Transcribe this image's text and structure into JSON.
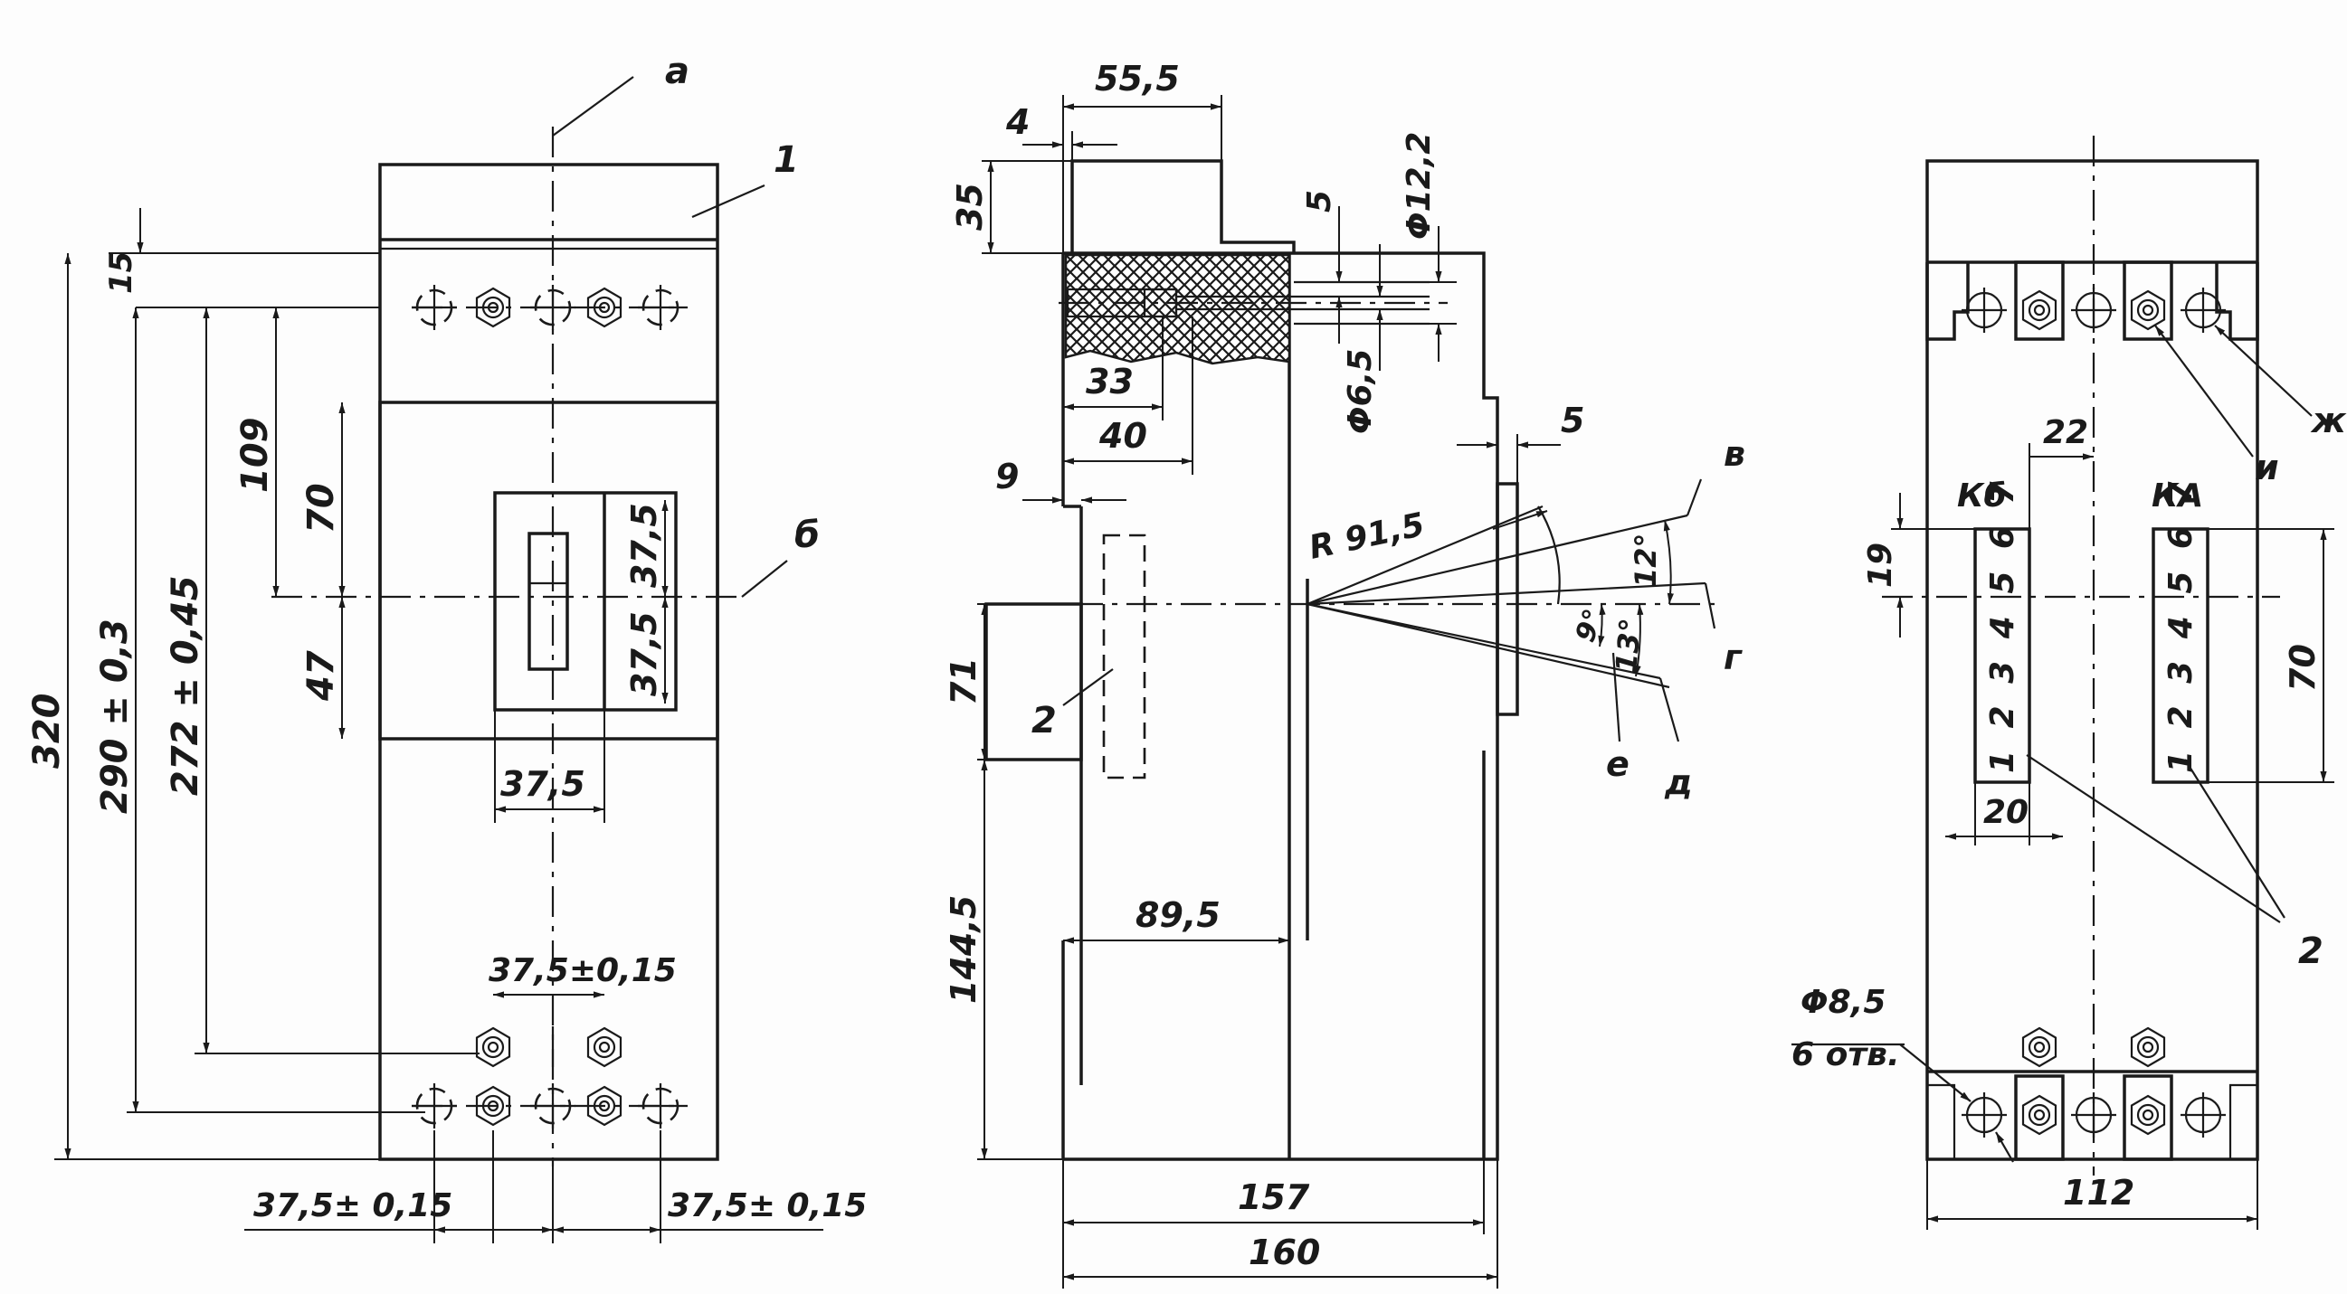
{
  "drawing": {
    "front_view": {
      "pointer_a": "а",
      "pointer_b": "б",
      "item_1": "1",
      "dim_15": "15",
      "dim_109": "109",
      "dim_70": "70",
      "dim_47": "47",
      "dim_37_5_top": "37,5",
      "dim_37_5_bot": "37,5",
      "dim_37_5_width": "37,5",
      "dim_320": "320",
      "dim_290": "290 ± 0,3",
      "dim_272": "272 ± 0,45",
      "dim_37_5_tol_top": "37,5±0,15",
      "dim_37_5_tol_left": "37,5± 0,15",
      "dim_37_5_tol_right": "37,5± 0,15"
    },
    "side_view": {
      "dim_55_5": "55,5",
      "dim_4": "4",
      "dim_35": "35",
      "dim_5_top": "5",
      "dim_d12_2": "Φ12,2",
      "dim_d6_5": "Φ6,5",
      "dim_33": "33",
      "dim_40": "40",
      "dim_9": "9",
      "dim_5_right": "5",
      "dim_r91_5": "R 91,5",
      "dim_71": "71",
      "dim_144_5": "144,5",
      "dim_89_5": "89,5",
      "dim_157": "157",
      "dim_160": "160",
      "angle_12": "12°",
      "angle_9": "9°",
      "angle_13": "13°",
      "item_2": "2",
      "pos_v": "в",
      "pos_g": "г",
      "pos_d": "д",
      "pos_e": "е"
    },
    "rear_view": {
      "pointer_zh": "ж",
      "pointer_i": "и",
      "label_kb": "Кб",
      "label_ka": "КА",
      "dim_22": "22",
      "dim_19": "19",
      "dim_20": "20",
      "dim_70": "70",
      "dim_112": "112",
      "scale_left": "1 2 3 4 5 6 7",
      "scale_right": "1 2 3 4 5 6 7",
      "item_2": "2",
      "hole_diameter": "Φ8,5",
      "hole_count": "6 отв."
    }
  }
}
